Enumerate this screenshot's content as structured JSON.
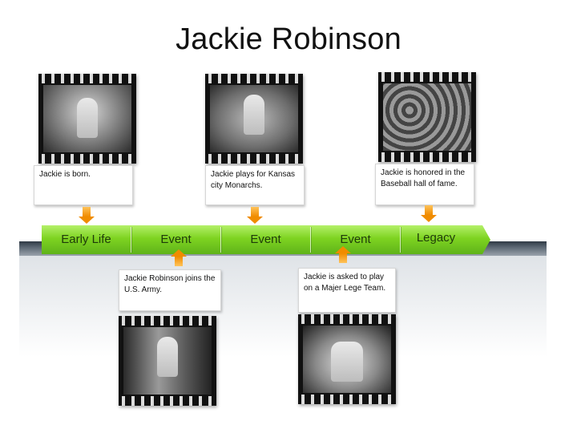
{
  "slide": {
    "title": "Jackie Robinson"
  },
  "timeline": {
    "segments": [
      "Early Life",
      "Event",
      "Event",
      "Event",
      "Legacy"
    ],
    "bar_color": "#7ed321",
    "arrow_color": "#f08c00"
  },
  "events": [
    {
      "text": "Jackie  is born.",
      "photo": "baby-photo"
    },
    {
      "text": "Jackie Robinson  joins the  U.S.   Army.",
      "photo": "army-photo"
    },
    {
      "text": "Jackie  plays  for Kansas city Monarchs.",
      "photo": "baseball-player-photo"
    },
    {
      "text": "Jackie is asked to play on a Majer   Lege Team.",
      "photo": "dodgers-photo"
    },
    {
      "text": "Jackie is  honored  in the Baseball hall  of fame.",
      "photo": "crowd-photo"
    }
  ]
}
